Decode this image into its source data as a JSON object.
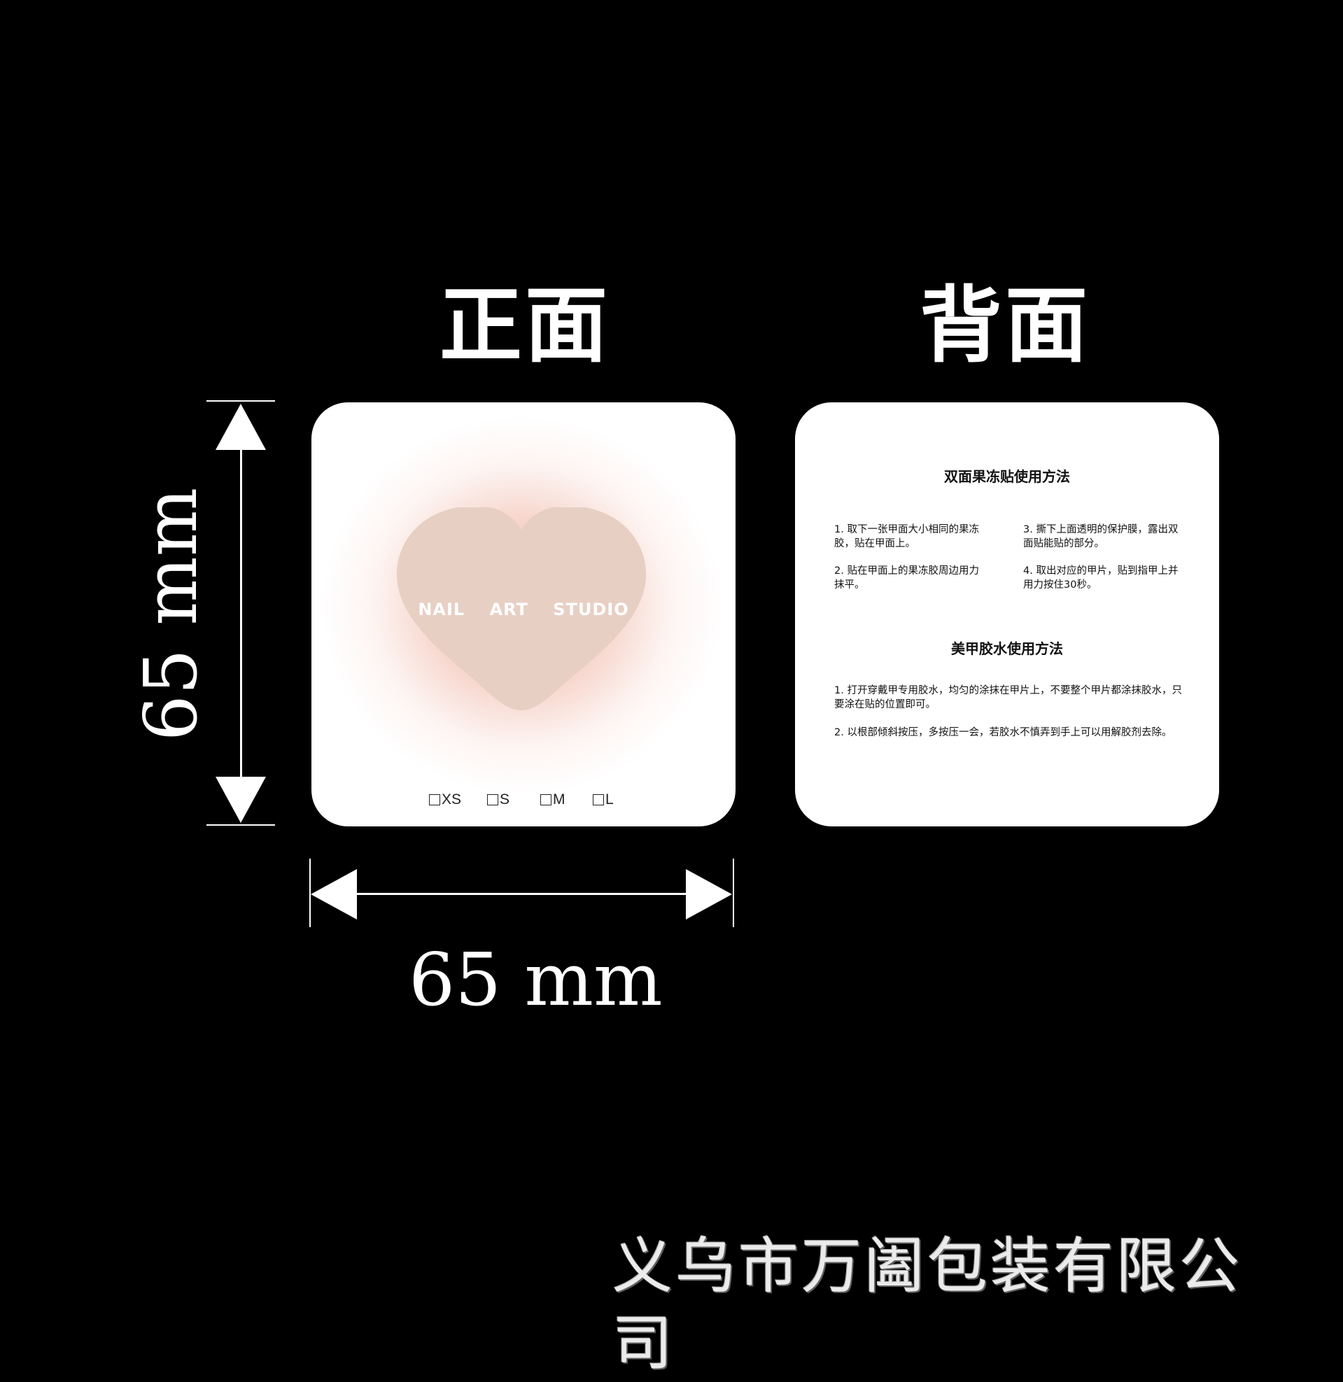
{
  "titles": {
    "front": "正面",
    "back": "背面"
  },
  "front_card": {
    "brand": "NAIL ART STUDIO",
    "sizes": [
      "XS",
      "S",
      "M",
      "L"
    ],
    "colors": {
      "glow": "#f2beaf",
      "heart": "#e8cfc4"
    }
  },
  "back_card": {
    "section1_title": "双面果冻贴使用方法",
    "steps1": [
      "1. 取下一张甲面大小相同的果冻胶，贴在甲面上。",
      "2. 贴在甲面上的果冻胶周边用力抹平。",
      "3. 撕下上面透明的保护膜，露出双面贴能贴的部分。",
      "4. 取出对应的甲片，贴到指甲上并用力按住30秒。"
    ],
    "section2_title": "美甲胶水使用方法",
    "steps2": [
      "1. 打开穿戴甲专用胶水，均匀的涂抹在甲片上，不要整个甲片都涂抹胶水，只要涂在贴的位置即可。",
      "2. 以根部倾斜按压，多按压一会，若胶水不慎弄到手上可以用解胶剂去除。"
    ]
  },
  "dimensions": {
    "width_label": "65 mm",
    "height_label": "65 mm"
  },
  "company": "义乌市万阖包装有限公司"
}
